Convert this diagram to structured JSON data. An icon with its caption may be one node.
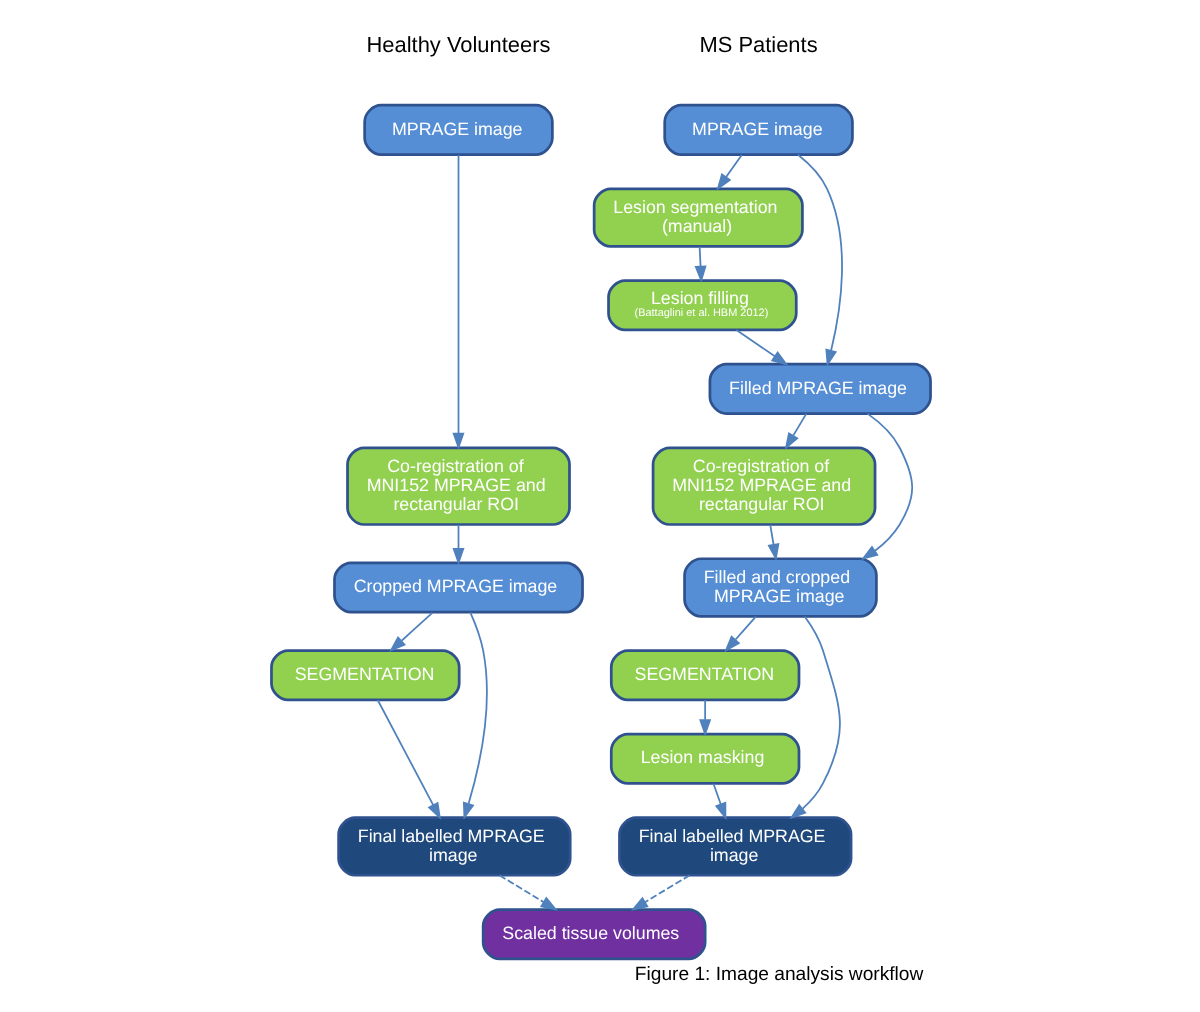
{
  "diagram": {
    "caption": "Figure 1: Image analysis workflow",
    "nodes": [
      {
        "text": [
          "MPRAGE image"
        ]
      },
      {
        "text": [
          "Lesion segmentation (manual)"
        ]
      },
      {
        "text": [
          "Lesion filling",
          "(Battaglini et al. HBM 2012)"
        ]
      },
      {
        "text": [
          "Filled MPRAGE image"
        ]
      },
      {
        "text": [
          "Co-registration of MNI152 MPRAGE and rectangular ROI"
        ]
      },
      {
        "text": [
          "Filled and cropped MPRAGE image"
        ]
      },
      {
        "text": [
          "SEGMENTATION"
        ]
      },
      {
        "text": [
          "Lesion masking"
        ]
      },
      {
        "text": [
          "Final labelled MPRAGE image"
        ]
      },
      {
        "text": [
          "MPRAGE image"
        ]
      },
      {
        "text": [
          "Co-registration of MNI152 MPRAGE and rectangular ROI"
        ]
      },
      {
        "text": [
          "Cropped MPRAGE image"
        ]
      },
      {
        "text": [
          "SEGMENTATION"
        ]
      },
      {
        "text": [
          "Final labelled MPRAGE image"
        ]
      },
      {
        "text": [
          "Scaled tissue volumes"
        ]
      }
    ],
    "edges": [
      {
        "from": 0,
        "to": 1,
        "arrow": "to"
      },
      {
        "from": 1,
        "to": 2,
        "arrow": "to"
      },
      {
        "from": 0,
        "to": 3,
        "arrow": "to"
      },
      {
        "from": 2,
        "to": 3,
        "arrow": "to"
      },
      {
        "from": 3,
        "to": 4,
        "arrow": "to"
      },
      {
        "from": 3,
        "to": 5,
        "arrow": "to"
      },
      {
        "from": 4,
        "to": 5,
        "arrow": "to"
      },
      {
        "from": 5,
        "to": 6,
        "arrow": "to"
      },
      {
        "from": 6,
        "to": 7,
        "arrow": "to"
      },
      {
        "from": 5,
        "to": 8,
        "arrow": "to"
      },
      {
        "from": 7,
        "to": 8,
        "arrow": "to"
      },
      {
        "from": 9,
        "to": 10,
        "arrow": "to"
      },
      {
        "from": 10,
        "to": 11,
        "arrow": "to"
      },
      {
        "from": 11,
        "to": 12,
        "arrow": "to"
      },
      {
        "from": 11,
        "to": 13,
        "arrow": "to"
      },
      {
        "from": 12,
        "to": 13,
        "arrow": "to"
      },
      {
        "from": 8,
        "to": 14,
        "arrow": "to",
        "style": "dashed"
      },
      {
        "from": 13,
        "to": 14,
        "arrow": "to",
        "style": "dashed"
      }
    ],
    "labels": [
      "MS Patients",
      "Healthy Volunteers"
    ]
  }
}
